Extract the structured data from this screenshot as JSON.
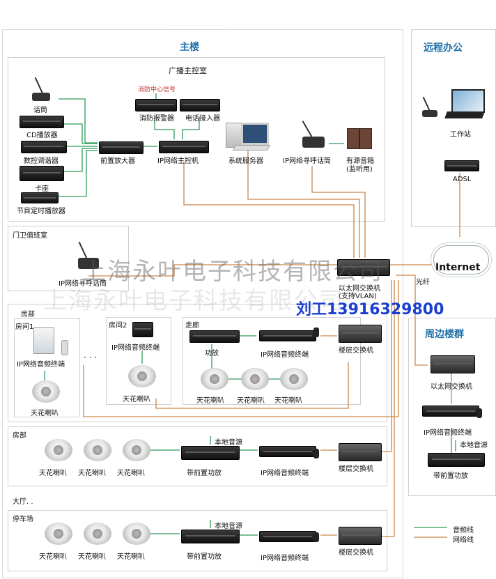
{
  "header_faded": "……………………",
  "main_building": {
    "title": "主楼",
    "control_room": "广播主控室",
    "devices": {
      "mic": "话筒",
      "cd": "CD播放器",
      "tuner": "数控调谐器",
      "deck": "卡座",
      "timer": "节目定时播放器",
      "preamp": "前置放大器",
      "fire_signal": "消防中心信号",
      "fire_alarm": "消防报警器",
      "phone": "电话接入器",
      "ip_host": "IP网络主控机",
      "server": "系统服务器",
      "ip_paging": "IP网络寻呼话筒",
      "active_speaker_1": "有源音箱",
      "active_speaker_2": "(监听用)"
    },
    "guard_room": "门卫值班室",
    "guard_paging": "IP网络寻呼话筒",
    "switch_main_1": "以太网交换机",
    "switch_main_2": "(支持VLAN)",
    "fiber": "光纤",
    "rooms": {
      "title": "房部",
      "room1": "房间1",
      "room2": "房间2",
      "ip_terminal": "IP网络音频终端",
      "ceiling": "天花喇叭",
      "ellipsis": "· · ·",
      "corridor": "走廊",
      "amp": "功放",
      "floor_switch": "楼层交换机"
    },
    "room_section_2": {
      "title": "房部",
      "local_source": "本地音源",
      "pre_amp": "带前置功放",
      "ip_terminal": "IP网络音频终端",
      "floor_switch": "楼层交换机",
      "ceiling": "天花喇叭"
    },
    "hall": "大厅. .",
    "parking": {
      "title": "停车场",
      "local_source": "本地音源",
      "pre_amp": "带前置功放",
      "ip_terminal": "IP网络音频终端",
      "floor_switch": "楼层交换机",
      "ceiling": "天花喇叭"
    }
  },
  "remote_office": {
    "title": "远程办公",
    "workstation": "工作站",
    "adsl": "ADSL"
  },
  "internet": "Internet",
  "nearby": {
    "title": "周边楼群",
    "switch": "以太网交换机",
    "ip_terminal": "IP网络音频终端",
    "local_source": "本地音源",
    "pre_amp": "带前置功放"
  },
  "legend": {
    "audio": "音频线",
    "network": "网络线"
  },
  "watermark": "上海永叶电子科技有限公司",
  "contact": "刘工13916329800",
  "colors": {
    "audio_line": "#2e9a5a",
    "network_line": "#c9864a",
    "title": "#1f6fa8",
    "contact": "#1a3fd0",
    "fire_signal": "#c0302a"
  }
}
